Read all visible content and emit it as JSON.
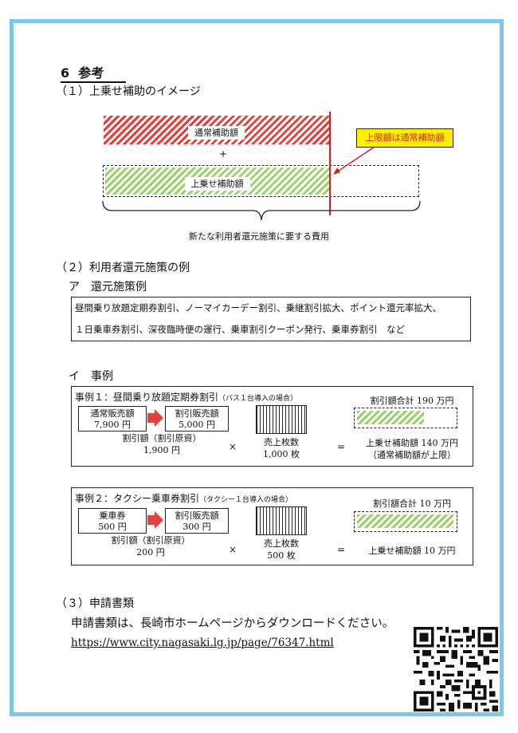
{
  "section": {
    "number": "6",
    "title": "参考"
  },
  "s1": {
    "heading": "（１）上乗せ補助のイメージ",
    "normal_label": "通常補助額",
    "plus": "+",
    "extra_label": "上乗せ補助額",
    "callout": "上限額は通常補助額",
    "brace_caption": "新たな利用者還元施策に要する費用"
  },
  "s2": {
    "heading": "（２）利用者還元施策の例",
    "a_heading": "ア　還元施策例",
    "a_line1": "昼間乗り放題定期券割引、ノーマイカーデー割引、乗継割引拡大、ポイント還元率拡大、",
    "a_line2": "１日乗車券割引、深夜臨時便の運行、乗車割引クーポン発行、乗車券割引　など",
    "i_heading": "イ　事例"
  },
  "case1": {
    "title": "事例１：昼間乗り放題定期券割引",
    "title_note": "（バス１台導入の場合）",
    "box1_l1": "通常販売額",
    "box1_l2": "7,900 円",
    "box2_l1": "割引販売額",
    "box2_l2": "5,000 円",
    "discount_l1": "割引額（割引原資）",
    "discount_l2": "1,900 円",
    "times": "×",
    "sales_l1": "売上枚数",
    "sales_l2": "1,000 枚",
    "equals": "=",
    "total": "割引額合計 190 万円",
    "result_l1": "上乗せ補助額 140 万円",
    "result_l2": "（通常補助額が上限）"
  },
  "case2": {
    "title": "事例２：タクシー乗車券割引",
    "title_note": "（タクシー１台導入の場合）",
    "box1_l1": "乗車券",
    "box1_l2": "500 円",
    "box2_l1": "割引販売額",
    "box2_l2": "300 円",
    "discount_l1": "割引額（割引原資）",
    "discount_l2": "200 円",
    "times": "×",
    "sales_l1": "売上枚数",
    "sales_l2": "500 枚",
    "equals": "=",
    "total": "割引額合計 10 万円",
    "result_l1": "上乗せ補助額 10 万円"
  },
  "s3": {
    "heading": "（３）申請書類",
    "text": "申請書類は、長崎市ホームページからダウンロードください。",
    "url": "https://www.city.nagasaki.lg.jp/page/76347.html"
  },
  "colors": {
    "frame": "#7cc8ec",
    "red": "#e3413d",
    "green": "#9bd16c",
    "callout_bg": "#ffee00",
    "limit_line": "#d81e1e"
  }
}
